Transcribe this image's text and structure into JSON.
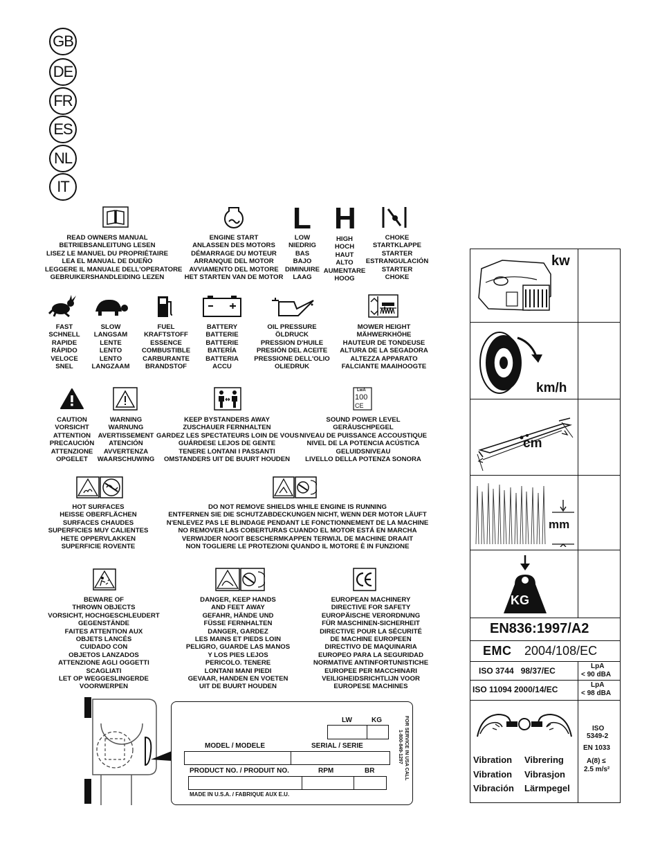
{
  "languages": [
    "GB",
    "DE",
    "FR",
    "ES",
    "NL",
    "IT"
  ],
  "symbols": {
    "manual": [
      "READ OWNERS MANUAL",
      "BETRIEBSANLEITUNG LESEN",
      "LISEZ LE MANUEL DU PROPRIÉTAIRE",
      "LEA EL MANUAL DE DUEÑO",
      "LEGGERE IL MANUALE DELL'OPERATORE",
      "GEBRUIKERSHANDLEIDING LEZEN"
    ],
    "engine_start": [
      "ENGINE START",
      "ANLASSEN DES MOTORS",
      "DÉMARRAGE DU MOTEUR",
      "ARRANQUE DEL MOTOR",
      "AVVIAMENTO DEL MOTORE",
      "HET STARTEN VAN DE MOTOR"
    ],
    "low_letter": "L",
    "low": [
      "LOW",
      "NIEDRIG",
      "BAS",
      "BAJO",
      "DIMINUIRE",
      "LAAG"
    ],
    "high_letter": "H",
    "high": [
      "HIGH",
      "HOCH",
      "HAUT",
      "ALTO",
      "AUMENTARE",
      "HOOG"
    ],
    "choke": [
      "CHOKE",
      "STARTKLAPPE",
      "STARTER",
      "ESTRANGULACIÓN",
      "STARTER",
      "CHOKE"
    ],
    "fast": [
      "FAST",
      "SCHNELL",
      "RAPIDE",
      "RÁPIDO",
      "VELOCE",
      "SNEL"
    ],
    "slow": [
      "SLOW",
      "LANGSAM",
      "LENTE",
      "LENTO",
      "LENTO",
      "LANGZAAM"
    ],
    "fuel": [
      "FUEL",
      "KRAFTSTOFF",
      "ESSENCE",
      "COMBUSTIBLE",
      "CARBURANTE",
      "BRANDSTOF"
    ],
    "battery": [
      "BATTERY",
      "BATTERIE",
      "BATTERIE",
      "BATERÍA",
      "BATTERIA",
      "ACCU"
    ],
    "oil_pressure": [
      "OIL PRESSURE",
      "ÖLDRUCK",
      "PRESSION D'HUILE",
      "PRESIÓN DEL ACEITE",
      "PRESSIONE DELL'OLIO",
      "OLIEDRUK"
    ],
    "mower_height": [
      "MOWER HEIGHT",
      "MÄHWERKHÖHE",
      "HAUTEUR DE TONDEUSE",
      "ALTURA DE LA SEGADORA",
      "ALTEZZA APPARATO",
      "FALCIANTE MAAIHOOGTE"
    ],
    "caution": [
      "CAUTION",
      "VORSICHT",
      "ATTENTION",
      "PRECAUCIÓN",
      "ATTENZIONE",
      "OPGELET"
    ],
    "warning": [
      "WARNING",
      "WARNUNG",
      "AVERTISSEMENT",
      "ATENCIÓN",
      "AVVERTENZA",
      "WAARSCHUWING"
    ],
    "bystanders": [
      "KEEP BYSTANDERS AWAY",
      "ZUSCHAUER FERNHALTEN",
      "GARDEZ LES SPECTATEURS LOIN DE VOUS",
      "GUÁRDESE LEJOS DE GENTE",
      "TENERE LONTANI I PASSANTI",
      "OMSTANDERS UIT DE BUURT HOUDEN"
    ],
    "sound_power": [
      "SOUND POWER LEVEL",
      "GERÄUSCHPEGEL",
      "NIVEAU DE PUISSANCE ACCOUSTIQUE",
      "NIVEL DE LA POTENCIA ACÚSTICA",
      "GELUIDSNIVEAU",
      "LIVELLO DELLA POTENZA SONORA"
    ],
    "sound_lwa": "LwA",
    "sound_value": "100",
    "sound_mark": "CE",
    "hot_surfaces": [
      "HOT SURFACES",
      "HEISSE OBERFLÄCHEN",
      "SURFACES CHAUDES",
      "SUPERFICIES MUY CALIENTES",
      "HETE OPPERVLAKKEN",
      "SUPERFICIE ROVENTE"
    ],
    "shields": [
      "DO NOT REMOVE SHIELDS WHILE ENGINE IS RUNNING",
      "ENTFERNEN SIE DIE SCHUTZABDECKUNGEN NICHT, WENN DER MOTOR LÄUFT",
      "N'ENLEVEZ PAS LE BLINDAGE PENDANT LE FONCTIONNEMENT DE LA MACHINE",
      "NO REMOVER LAS COBERTURAS CUANDO EL MOTOR ESTÁ EN MARCHA",
      "VERWIJDER NOOIT BESCHERMKAPPEN TERWIJL DE MACHINE DRAAIT",
      "NON TOGLIERE LE PROTEZIONI QUANDO IL MOTORE È IN FUNZIONE"
    ],
    "thrown_objects": [
      "BEWARE OF",
      "THROWN OBJECTS",
      "VORSICHT, HOCHGESCHLEUDERT",
      "GEGENSTÄNDE",
      "FAITES ATTENTION AUX",
      "OBJETS LANCÉS",
      "CUIDADO CON",
      "OBJETOS LANZADOS",
      "ATTENZIONE AGLI OGGETTI",
      "SCAGLIATI",
      "LET OP WEGGESLINGERDE",
      "VOORWERPEN"
    ],
    "hands_feet": [
      "DANGER, KEEP HANDS",
      "AND FEET AWAY",
      "GEFAHR, HÄNDE UND",
      "FÜSSE FERNHALTEN",
      "DANGER, GARDEZ",
      "LES MAINS ET PIEDS LOIN",
      "PELIGRO, GUARDE LAS MANOS",
      "Y LOS PIES LEJOS",
      "PERICOLO. TENERE",
      "LONTANI MANI PIEDI",
      "GEVAAR, HANDEN EN VOETEN",
      "UIT DE BUURT HOUDEN"
    ],
    "ce_mark": "CE",
    "european_machinery": [
      "EUROPEAN MACHINERY",
      "DIRECTIVE FOR SAFETY",
      "EUROPÄISCHE VERORDNUNG",
      "FÜR MASCHINEN-SICHERHEIT",
      "DIRECTIVE POUR LA SÉCURITÉ",
      "DE MACHINE EUROPEEN",
      "DIRECTIVO DE MAQUINARIA",
      "EUROPEO PARA LA SEGURIDAD",
      "NORMATIVE ANTINFORTUNISTICHE",
      "EUROPEE PER MACCHINARI",
      "VEILIGHEIDSRICHTLIJN VOOR",
      "EUROPESE MACHINES"
    ]
  },
  "plate": {
    "lw": "LW",
    "kg": "KG",
    "model": "MODEL / MODELE",
    "serial": "SERIAL / SERIE",
    "product": "PRODUCT NO. / PRODUIT NO.",
    "rpm": "RPM",
    "br": "BR",
    "made_in": "MADE IN U.S.A. / FABRIQUE AUX E.U.",
    "service": "FOR SERVICE IN USA CALL",
    "service_number": "1-800-849-1297"
  },
  "spec_table": {
    "kw": "kw",
    "kmh": "km/h",
    "cm": "cm",
    "mm": "mm",
    "kg": "KG",
    "standard_1": "EN836:1997/A2",
    "emc_label": "EMC",
    "emc_value": "2004/108/EC",
    "iso_1": "ISO 3744   98/37/EC",
    "lpa_1_label": "LpA",
    "lpa_1_value": "< 90 dBA",
    "iso_2": "ISO 11094 2000/14/EC",
    "lpa_2_label": "LpA",
    "lpa_2_value": "< 98 dBA",
    "vibration_words": [
      "Vibration",
      "Vibrering",
      "Vibration",
      "Vibrasjon",
      "Vibración",
      "Lärmpegel"
    ],
    "vib_iso": "ISO",
    "vib_iso_num": "5349-2",
    "vib_en": "EN 1033",
    "vib_a": "A(8) ≤",
    "vib_value": "2.5 m/s²"
  }
}
